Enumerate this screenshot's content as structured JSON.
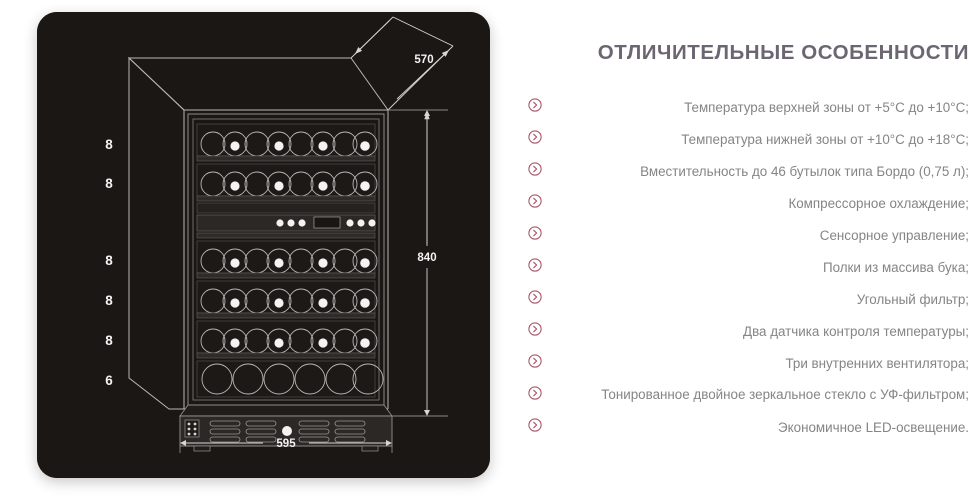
{
  "features_panel": {
    "title": "ОТЛИЧИТЕЛЬНЫЕ ОСОБЕННОСТИ",
    "title_color": "#6d6672",
    "icon_color": "#a8566a",
    "text_color": "#858585",
    "items": [
      {
        "text": "Температура верхней зоны от +5°C до +10°C;",
        "icon": "chevron-right-circle-icon"
      },
      {
        "text": "Температура нижней зоны от +10°C до +18°C;",
        "icon": "chevron-right-circle-icon"
      },
      {
        "text": "Вместительность до 46 бутылок типа Бордо (0,75 л);",
        "icon": "chevron-right-circle-icon"
      },
      {
        "text": "Компрессорное охлаждение;",
        "icon": "chevron-right-circle-icon"
      },
      {
        "text": "Сенсорное управление;",
        "icon": "chevron-right-circle-icon"
      },
      {
        "text": "Полки из массива бука;",
        "icon": "chevron-right-circle-icon"
      },
      {
        "text": "Угольный фильтр;",
        "icon": "chevron-right-circle-icon"
      },
      {
        "text": "Два датчика контроля температуры;",
        "icon": "chevron-right-circle-icon"
      },
      {
        "text": "Три внутренних вентилятора;",
        "icon": "chevron-right-circle-icon"
      },
      {
        "text": "Тонированное двойное зеркальное стекло с УФ-фильтром;",
        "icon": "chevron-right-circle-icon"
      },
      {
        "text": "Экономичное LED-освещение.",
        "icon": "chevron-right-circle-icon"
      }
    ]
  },
  "drawing": {
    "background_color": "#1a1715",
    "line_color": "#c9c7c3",
    "label_color": "#f2f1ee",
    "dimensions": {
      "depth": "570",
      "height": "840",
      "width": "595"
    },
    "shelf_counts": [
      "8",
      "8",
      "8",
      "8",
      "8",
      "6"
    ],
    "control_panel": {
      "left_buttons": 3,
      "right_buttons": 3,
      "display": "display-window"
    }
  }
}
